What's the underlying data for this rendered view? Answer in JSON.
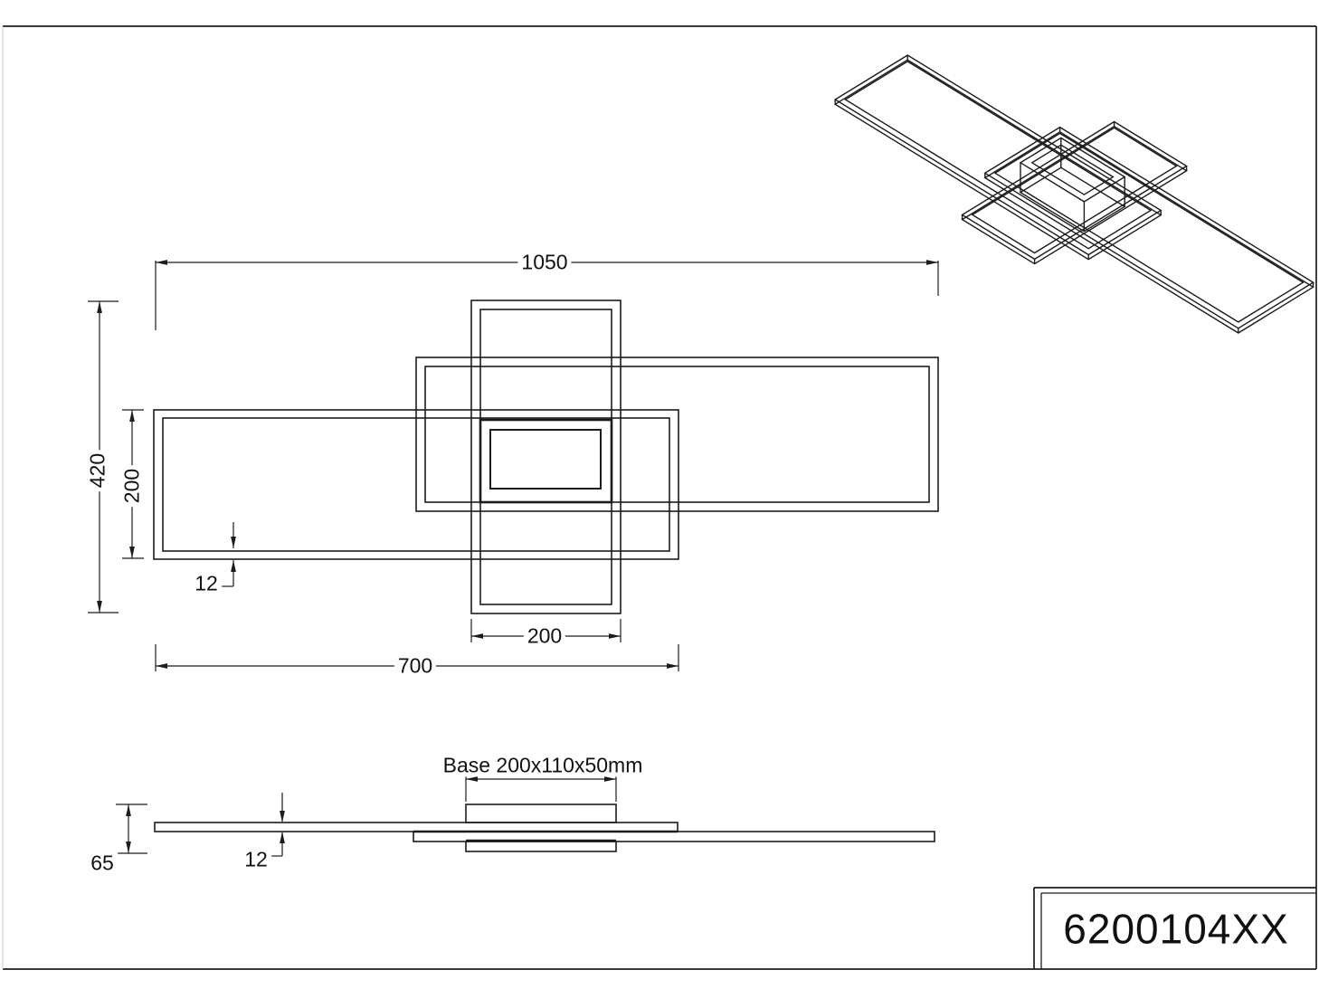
{
  "sheet": {
    "background": "#ffffff",
    "line_color": "#1c1c1c"
  },
  "top_view": {
    "dim_total_width": "1050",
    "dim_total_height": "420",
    "dim_left_frame_height": "200",
    "dim_profile_thickness": "12",
    "dim_center_frame_width": "200",
    "dim_left_frame_width": "700"
  },
  "side_view": {
    "base_label": "Base 200x110x50mm",
    "dim_total_height": "65",
    "dim_profile_thickness": "12"
  },
  "title_block": {
    "part_number": "6200104XX"
  }
}
